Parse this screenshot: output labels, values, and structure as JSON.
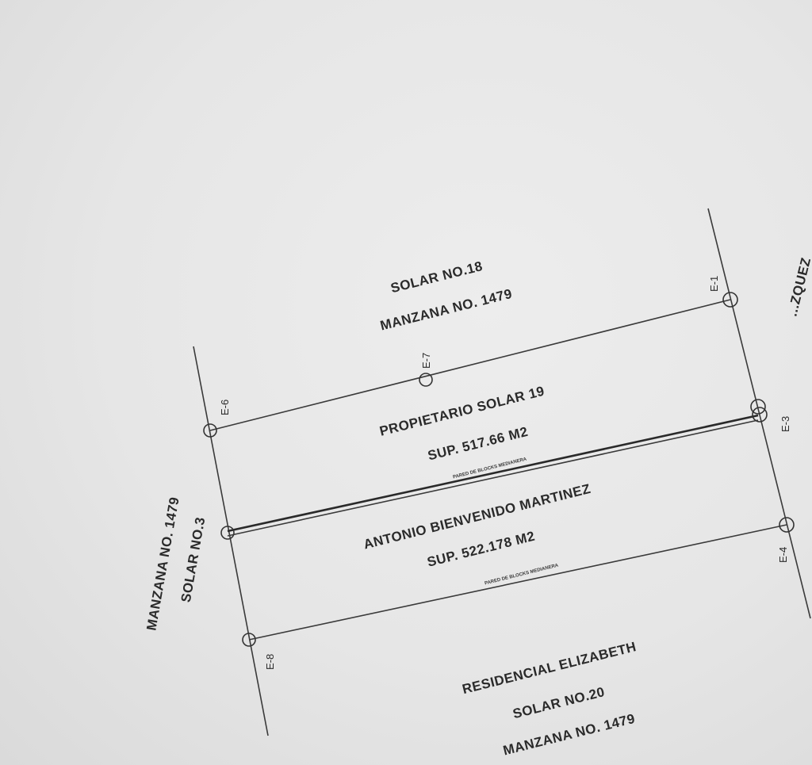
{
  "north_lot": {
    "solar": "SOLAR NO.18",
    "manzana": "MANZANA NO. 1479"
  },
  "lot_19": {
    "owner": "PROPIETARIO SOLAR 19",
    "area": "SUP. 517.66 M2",
    "wall_note": "PARED DE BLOCKS MEDIANERA"
  },
  "lot_main": {
    "owner": "ANTONIO BIENVENIDO MARTINEZ",
    "area": "SUP. 522.178 M2",
    "wall_note": "PARED DE BLOCKS MEDIANERA"
  },
  "south_lot": {
    "name": "RESIDENCIAL ELIZABETH",
    "solar": "SOLAR NO.20",
    "manzana": "MANZANA NO. 1479"
  },
  "west_lot": {
    "manzana": "MANZANA NO. 1479",
    "solar": "SOLAR NO.3"
  },
  "east_street": {
    "partial_text": "...ZQUEZ"
  },
  "points": {
    "e1": "E-1",
    "e3": "E-3",
    "e4": "E-4",
    "e6": "E-6",
    "e7": "E-7",
    "e8": "E-8"
  }
}
